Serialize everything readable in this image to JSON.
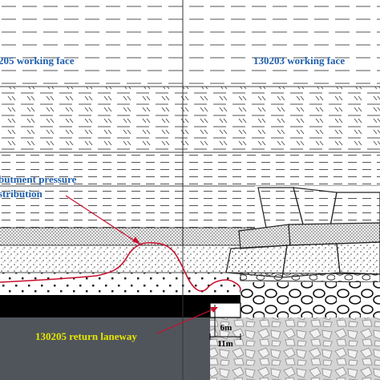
{
  "labels": {
    "left_face": "205 working face",
    "right_face": "130203 working face",
    "pressure_line1": "butment pressure",
    "pressure_line2": "stribution",
    "laneway": "130205 return laneway",
    "dim_height": "6m",
    "dim_width": "11m"
  },
  "colors": {
    "label_blue": "#1f5fae",
    "curve_red": "#c8102e",
    "laneway_yellow": "#e6e600",
    "coal_black": "#000000",
    "floor_gray": "#50555c",
    "stone_gray": "#c8c8c8"
  }
}
